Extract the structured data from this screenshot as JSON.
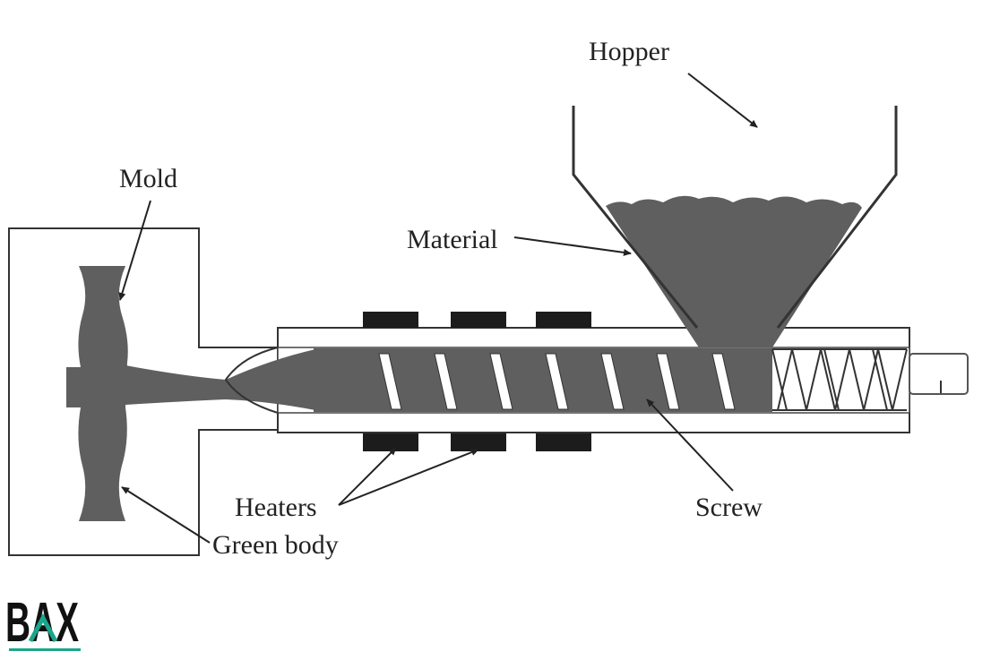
{
  "labels": {
    "hopper": "Hopper",
    "mold": "Mold",
    "material": "Material",
    "heaters": "Heaters",
    "screw": "Screw",
    "green_body": "Green body"
  },
  "logo": {
    "text": "BAX"
  },
  "colors": {
    "fill": "#5f5f5f",
    "stroke": "#333333",
    "heater": "#1c1c1c",
    "logo_accent": "#1aa68a"
  }
}
